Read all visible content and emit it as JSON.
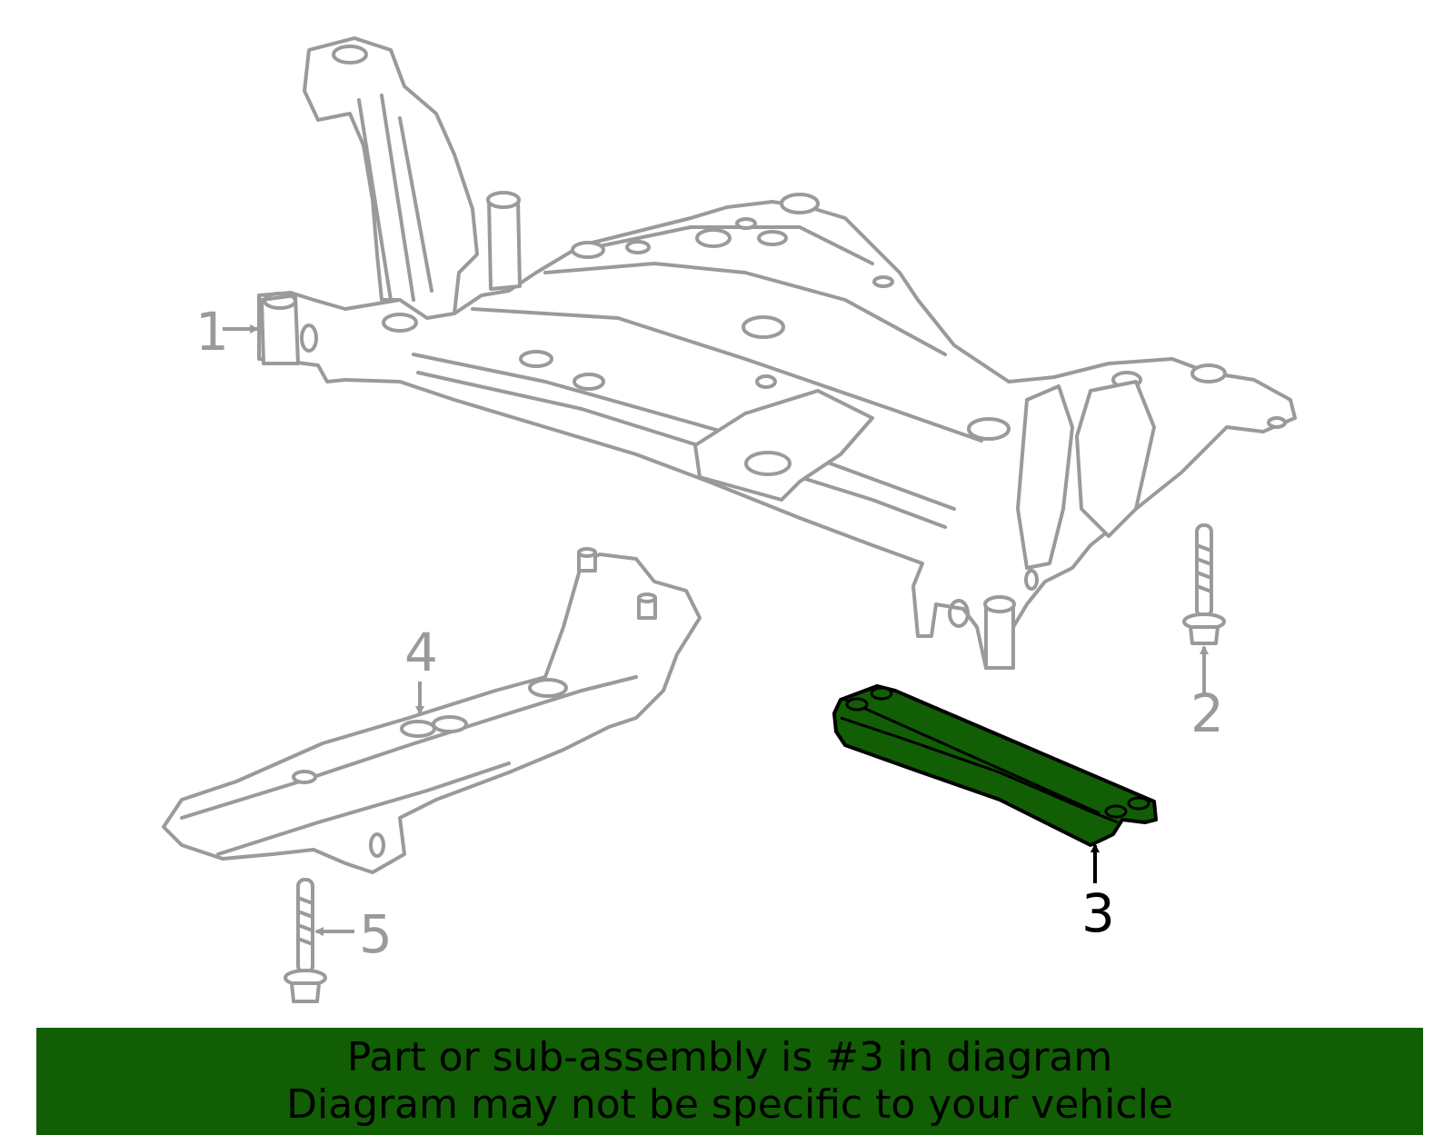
{
  "diagram": {
    "callouts": [
      {
        "id": "1",
        "label": "1"
      },
      {
        "id": "2",
        "label": "2"
      },
      {
        "id": "3",
        "label": "3",
        "highlighted": true
      },
      {
        "id": "4",
        "label": "4"
      },
      {
        "id": "5",
        "label": "5"
      }
    ],
    "colors": {
      "line_art": "#9a9a9a",
      "highlight_fill": "#115e05",
      "highlight_outline": "#000000",
      "banner_background": "#115e05",
      "banner_text": "#000000"
    }
  },
  "banner": {
    "line1": "Part or sub-assembly is #3 in diagram",
    "line2": "Diagram may not be specific to your vehicle"
  }
}
